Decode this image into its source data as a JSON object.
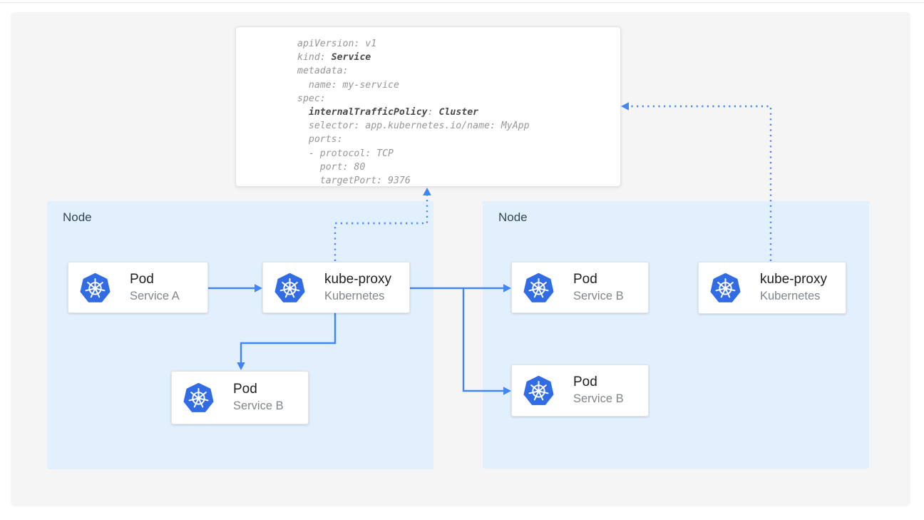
{
  "colors": {
    "arrow_blue": "#4285f4",
    "dotted_arrow_blue": "#4a86f0",
    "node_background": "#e1f0fc",
    "kubernetes_blue": "#326ce5",
    "panel_background": "#f5f5f6",
    "card_title_text": "#212121",
    "card_subtitle_text": "#80868b",
    "code_text": "#979797",
    "code_bold_text": "#4a4a4a",
    "node_label_text": "#37474f"
  },
  "code_block": {
    "lines": [
      [
        {
          "text": "apiVersion: v1",
          "bold": false
        }
      ],
      [
        {
          "text": "kind: ",
          "bold": false
        },
        {
          "text": "Service",
          "bold": true
        }
      ],
      [
        {
          "text": "metadata:",
          "bold": false
        }
      ],
      [
        {
          "text": "  name: my-service",
          "bold": false
        }
      ],
      [
        {
          "text": "spec:",
          "bold": false
        }
      ],
      [
        {
          "text": "  ",
          "bold": false
        },
        {
          "text": "internalTrafficPolicy",
          "bold": true
        },
        {
          "text": ": ",
          "bold": false
        },
        {
          "text": "Cluster",
          "bold": true
        }
      ],
      [
        {
          "text": "  selector: app.kubernetes.io/name: MyApp",
          "bold": false
        }
      ],
      [
        {
          "text": "  ports:",
          "bold": false
        }
      ],
      [
        {
          "text": "  - protocol: TCP",
          "bold": false
        }
      ],
      [
        {
          "text": "    port: 80",
          "bold": false
        }
      ],
      [
        {
          "text": "    targetPort: 9376",
          "bold": false
        }
      ]
    ]
  },
  "left_node": {
    "label": "Node",
    "cards": {
      "pod_a": {
        "icon": "kubernetes-logo",
        "title": "Pod",
        "subtitle": "Service A"
      },
      "kube_proxy": {
        "icon": "kubernetes-logo",
        "title": "kube-proxy",
        "subtitle": "Kubernetes"
      },
      "pod_b": {
        "icon": "kubernetes-logo",
        "title": "Pod",
        "subtitle": "Service B"
      }
    }
  },
  "right_node": {
    "label": "Node",
    "cards": {
      "pod_b_top": {
        "icon": "kubernetes-logo",
        "title": "Pod",
        "subtitle": "Service B"
      },
      "pod_b_bottom": {
        "icon": "kubernetes-logo",
        "title": "Pod",
        "subtitle": "Service B"
      },
      "kube_proxy": {
        "icon": "kubernetes-logo",
        "title": "kube-proxy",
        "subtitle": "Kubernetes"
      }
    }
  }
}
